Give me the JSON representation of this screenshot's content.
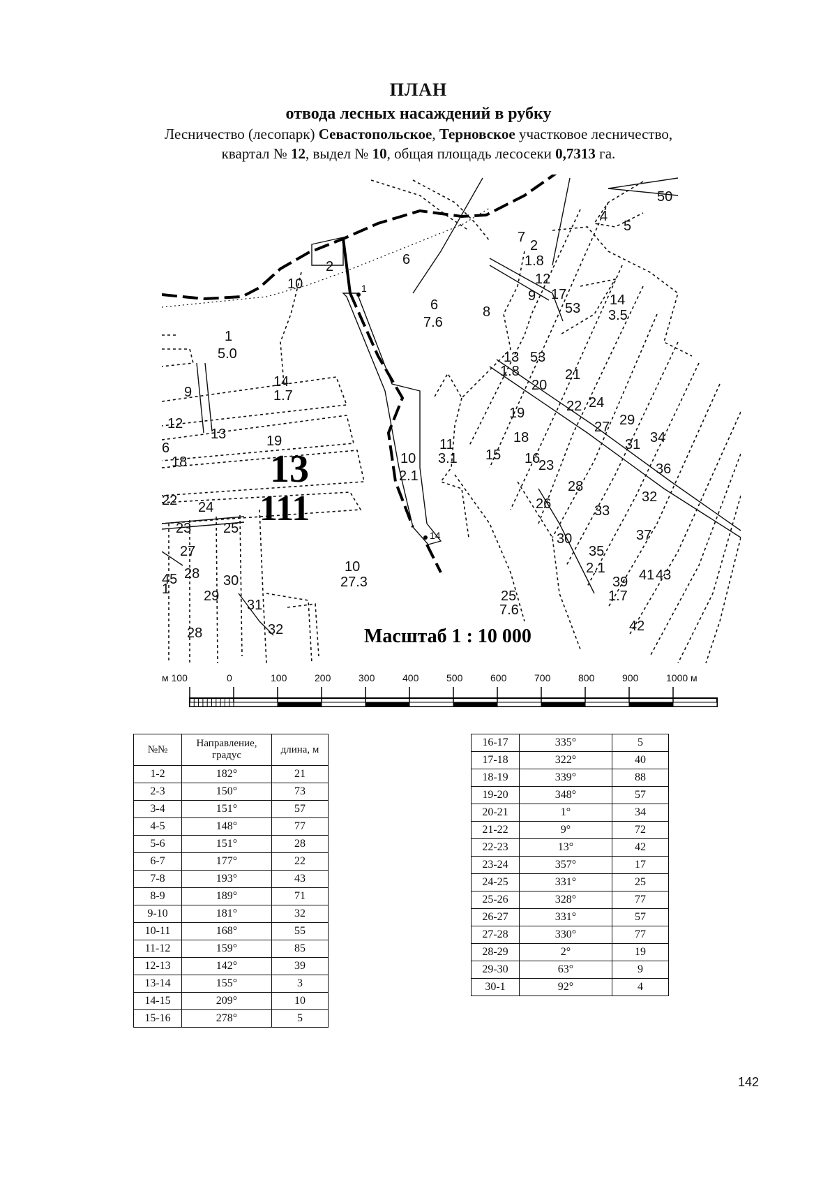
{
  "header": {
    "title": "ПЛАН",
    "subtitle": "отвода лесных насаждений в рубку",
    "line1_prefix": "Лесничество (лесопарк) ",
    "forestry": "Севастопольское",
    "sep": ", ",
    "district": "Терновское",
    "line1_suffix": "  участковое лесничество,",
    "line2_a": "квартал № ",
    "kvartal": "12",
    "line2_b": ", выдел № ",
    "vydel": "10",
    "line2_c": ", общая площадь лесосеки ",
    "area": "0,7313",
    "line2_d": " га."
  },
  "map": {
    "big_number": "13",
    "big_area": "111",
    "scale_label": "Масштаб  1 : 10 000",
    "labels": [
      {
        "id": "50",
        "t": "50"
      },
      {
        "id": "4",
        "t": "4"
      },
      {
        "id": "5",
        "t": "5"
      },
      {
        "id": "7",
        "t": "7"
      },
      {
        "id": "2a",
        "t": "2"
      },
      {
        "id": "1.8a",
        "t": "1.8"
      },
      {
        "id": "12a",
        "t": "12"
      },
      {
        "id": "9a",
        "t": "9"
      },
      {
        "id": "17",
        "t": "17"
      },
      {
        "id": "53a",
        "t": "53"
      },
      {
        "id": "14a",
        "t": "14"
      },
      {
        "id": "3.5",
        "t": "3.5"
      },
      {
        "id": "6a",
        "t": "6"
      },
      {
        "id": "2b",
        "t": "2"
      },
      {
        "id": "10a",
        "t": "10"
      },
      {
        "id": "6b",
        "t": "6"
      },
      {
        "id": "7.6a",
        "t": "7.6"
      },
      {
        "id": "8",
        "t": "8"
      },
      {
        "id": "1",
        "t": "1"
      },
      {
        "id": "5.0",
        "t": "5.0"
      },
      {
        "id": "13a",
        "t": "13"
      },
      {
        "id": "1.8b",
        "t": "1.8"
      },
      {
        "id": "53b",
        "t": "53"
      },
      {
        "id": "21",
        "t": "21"
      },
      {
        "id": "20",
        "t": "20"
      },
      {
        "id": "9b",
        "t": "9"
      },
      {
        "id": "14b",
        "t": "14"
      },
      {
        "id": "1.7a",
        "t": "1.7"
      },
      {
        "id": "22a",
        "t": "22"
      },
      {
        "id": "24a",
        "t": "24"
      },
      {
        "id": "12b",
        "t": "12"
      },
      {
        "id": "13b",
        "t": "13"
      },
      {
        "id": "19a",
        "t": "19"
      },
      {
        "id": "27a",
        "t": "27"
      },
      {
        "id": "29a",
        "t": "29"
      },
      {
        "id": "19b",
        "t": "19"
      },
      {
        "id": "6c",
        "t": "6"
      },
      {
        "id": "18a",
        "t": "18"
      },
      {
        "id": "11",
        "t": "11"
      },
      {
        "id": "3.1",
        "t": "3.1"
      },
      {
        "id": "15",
        "t": "15"
      },
      {
        "id": "18b",
        "t": "18"
      },
      {
        "id": "16",
        "t": "16"
      },
      {
        "id": "31a",
        "t": "31"
      },
      {
        "id": "34",
        "t": "34"
      },
      {
        "id": "10b",
        "t": "10"
      },
      {
        "id": "2.1a",
        "t": "2.1"
      },
      {
        "id": "23a",
        "t": "23"
      },
      {
        "id": "36",
        "t": "36"
      },
      {
        "id": "22b",
        "t": "22"
      },
      {
        "id": "24b",
        "t": "24"
      },
      {
        "id": "28a",
        "t": "28"
      },
      {
        "id": "32a",
        "t": "32"
      },
      {
        "id": "26",
        "t": "26"
      },
      {
        "id": "23b",
        "t": "23"
      },
      {
        "id": "25a",
        "t": "25"
      },
      {
        "id": "33",
        "t": "33"
      },
      {
        "id": "30a",
        "t": "30"
      },
      {
        "id": "37",
        "t": "37"
      },
      {
        "id": "27b",
        "t": "27"
      },
      {
        "id": "35",
        "t": "35"
      },
      {
        "id": "2.1b",
        "t": "2.1"
      },
      {
        "id": "45",
        "t": "45"
      },
      {
        "id": "28b",
        "t": "28"
      },
      {
        "id": "30b",
        "t": "30"
      },
      {
        "id": "10c",
        "t": "10"
      },
      {
        "id": "27.3",
        "t": "27.3"
      },
      {
        "id": "39",
        "t": "39"
      },
      {
        "id": "41",
        "t": "41"
      },
      {
        "id": "43",
        "t": "43"
      },
      {
        "id": "1.7b",
        "t": "1.7"
      },
      {
        "id": "29b",
        "t": "29"
      },
      {
        "id": "31b",
        "t": "31"
      },
      {
        "id": "25b",
        "t": "25"
      },
      {
        "id": "7.6b",
        "t": "7.6"
      },
      {
        "id": "28c",
        "t": "28"
      },
      {
        "id": "32b",
        "t": "32"
      },
      {
        "id": "42",
        "t": "42"
      },
      {
        "id": "1c",
        "t": "1"
      }
    ],
    "point_labels": [
      {
        "id": "p1",
        "t": "1"
      },
      {
        "id": "p14",
        "t": "14"
      }
    ]
  },
  "scalebar": {
    "ticks": [
      "м 100",
      "0",
      "100",
      "200",
      "300",
      "400",
      "500",
      "600",
      "700",
      "800",
      "900",
      "1000 м"
    ]
  },
  "table_left": {
    "headers": [
      "№№",
      "Направление, градус",
      "длина, м"
    ],
    "rows": [
      [
        "1-2",
        "182°",
        "21"
      ],
      [
        "2-3",
        "150°",
        "73"
      ],
      [
        "3-4",
        "151°",
        "57"
      ],
      [
        "4-5",
        "148°",
        "77"
      ],
      [
        "5-6",
        "151°",
        "28"
      ],
      [
        "6-7",
        "177°",
        "22"
      ],
      [
        "7-8",
        "193°",
        "43"
      ],
      [
        "8-9",
        "189°",
        "71"
      ],
      [
        "9-10",
        "181°",
        "32"
      ],
      [
        "10-11",
        "168°",
        "55"
      ],
      [
        "11-12",
        "159°",
        "85"
      ],
      [
        "12-13",
        "142°",
        "39"
      ],
      [
        "13-14",
        "155°",
        "3"
      ],
      [
        "14-15",
        "209°",
        "10"
      ],
      [
        "15-16",
        "278°",
        "5"
      ]
    ]
  },
  "table_right": {
    "rows": [
      [
        "16-17",
        "335°",
        "5"
      ],
      [
        "17-18",
        "322°",
        "40"
      ],
      [
        "18-19",
        "339°",
        "88"
      ],
      [
        "19-20",
        "348°",
        "57"
      ],
      [
        "20-21",
        "1°",
        "34"
      ],
      [
        "21-22",
        "9°",
        "72"
      ],
      [
        "22-23",
        "13°",
        "42"
      ],
      [
        "23-24",
        "357°",
        "17"
      ],
      [
        "24-25",
        "331°",
        "25"
      ],
      [
        "25-26",
        "328°",
        "77"
      ],
      [
        "26-27",
        "331°",
        "57"
      ],
      [
        "27-28",
        "330°",
        "77"
      ],
      [
        "28-29",
        "2°",
        "19"
      ],
      [
        "29-30",
        "63°",
        "9"
      ],
      [
        "30-1",
        "92°",
        "4"
      ]
    ]
  },
  "page_number": "142"
}
